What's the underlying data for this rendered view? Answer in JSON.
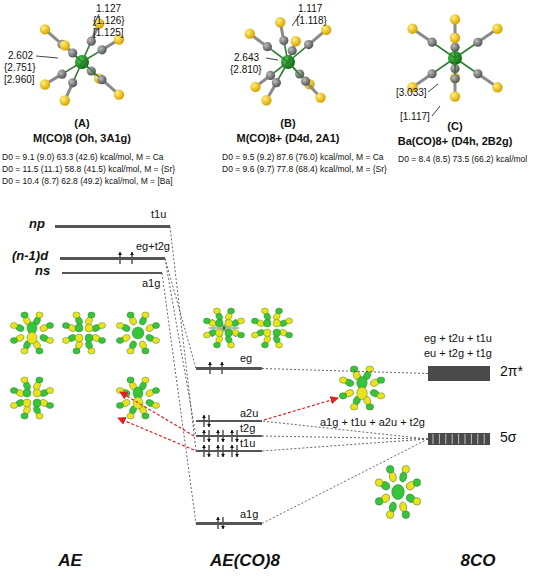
{
  "diagram": {
    "nodes": [
      {
        "text": [
          "t1u",
          "np"
        ]
      },
      {
        "text": [
          "eg+t2g",
          "(n-1)d"
        ]
      },
      {
        "text": [
          "a1g",
          "ns"
        ]
      },
      {
        "text": [
          "eg"
        ]
      },
      {
        "text": [
          "a2u"
        ]
      },
      {
        "text": [
          "t2g"
        ]
      },
      {
        "text": [
          "t1u"
        ]
      },
      {
        "text": [
          "a1g"
        ]
      },
      {
        "text": [
          "eg + t2u + t1u",
          "eu + t2g + t1g",
          "2π*"
        ]
      },
      {
        "text": [
          "a1g + t1u + a2u + t2g",
          "5σ"
        ]
      }
    ],
    "edges": [
      {
        "from": 0,
        "to": 6,
        "arrow": "none"
      },
      {
        "from": 1,
        "to": 3,
        "arrow": "none"
      },
      {
        "from": 1,
        "to": 5,
        "arrow": "none"
      },
      {
        "from": 2,
        "to": 7,
        "arrow": "none"
      },
      {
        "from": 8,
        "to": 3,
        "arrow": "none"
      },
      {
        "from": 9,
        "to": 4,
        "arrow": "none"
      },
      {
        "from": 9,
        "to": 5,
        "arrow": "none"
      },
      {
        "from": 9,
        "to": 6,
        "arrow": "none"
      },
      {
        "from": 9,
        "to": 7,
        "arrow": "none"
      }
    ],
    "labels": [
      "1.127",
      "{1.126}",
      "[1.125]",
      "2.602",
      "{2.751}",
      "[2.960]",
      "(A)",
      "M(CO)8 (Oh, 3A1g)",
      "D0 = 9.1 (9.0) 63.3 (42.6) kcal/mol, M = Ca",
      "D0 = 11.5 (11.1) 58.8 (41.5) kcal/mol, M = {Sr}",
      "D0 = 10.4 (8.7) 62.8 (49.2) kcal/mol, M = [Ba]",
      "1.117",
      "{1.118}",
      "2.643",
      "{2.810}",
      "(B)",
      "M(CO)8+ (D4d, 2A1)",
      "D0 = 9.5 (9.2) 87.6 (76.0) kcal/mol, M = Ca",
      "D0 = 9.6 (9.7) 77.8 (68.4) kcal/mol, M = {Sr}",
      "[3.033]",
      "[1.117]",
      "(C)",
      "Ba(CO)8+ (D4h, 2B2g)",
      "D0 = 8.4 (8.5) 73.5 (66.2) kcal/mol",
      "AE",
      "AE(CO)8",
      "8CO"
    ]
  }
}
